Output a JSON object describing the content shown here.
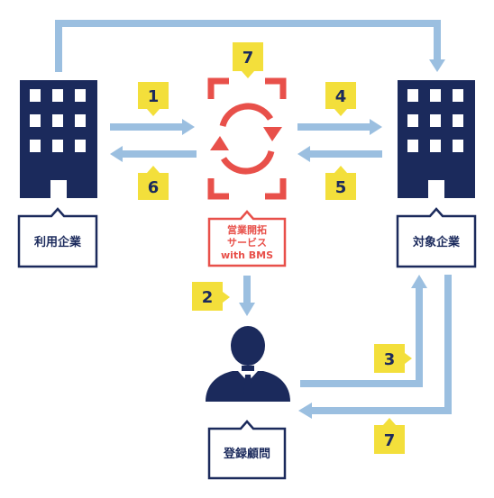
{
  "colors": {
    "navy": "#1b2a5c",
    "arrow": "#9bbfe0",
    "badge": "#f3df3b",
    "accent": "#e8504a",
    "box_border": "#1b2a5c",
    "text_dark": "#1b2a5c"
  },
  "nodes": {
    "client_company": {
      "label": "利用企業",
      "icon": "building-icon"
    },
    "target_company": {
      "label": "対象企業",
      "icon": "building-icon"
    },
    "service": {
      "label_lines": [
        "営業開拓",
        "サービス",
        "with BMS"
      ],
      "icon": "cycle-icon"
    },
    "advisor": {
      "label": "登録顧問",
      "icon": "person-icon"
    }
  },
  "steps": {
    "s1": "1",
    "s2": "2",
    "s3": "3",
    "s4": "4",
    "s5": "5",
    "s6": "6",
    "s7_top": "7",
    "s7_bottom": "7"
  }
}
